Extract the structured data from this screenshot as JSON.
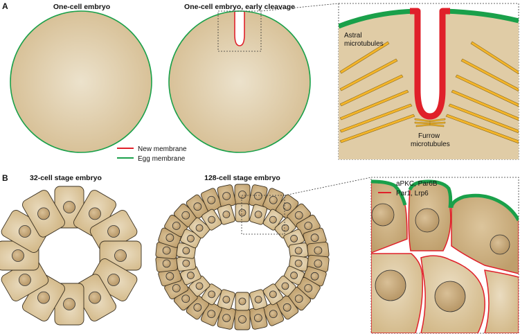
{
  "panel_a": {
    "letter": "A",
    "title_left": "One-cell embryo",
    "title_mid": "One-cell embryo, early cleavage",
    "legend": [
      {
        "label": "New membrane",
        "color": "#e0202a"
      },
      {
        "label": "Egg membrane",
        "color": "#1aa04a"
      }
    ],
    "inset_labels": {
      "astral_line1": "Astral",
      "astral_line2": "microtubules",
      "furrow_line1": "Furrow",
      "furrow_line2": "microtubules"
    }
  },
  "panel_b": {
    "letter": "B",
    "title_left": "32-cell stage embryo",
    "title_mid": "128-cell stage embryo",
    "legend": [
      {
        "label": "aPKC, Par6B",
        "color": "#1aa04a"
      },
      {
        "label": "Par1, Lrp6",
        "color": "#e0202a"
      }
    ]
  },
  "colors": {
    "cell_fill": "#dcc7a0",
    "cell_fill_dark": "#c9ad7c",
    "cell_center": "#ece2cc",
    "nucleus": "#c4a577",
    "microtubule": "#f4b52a"
  }
}
